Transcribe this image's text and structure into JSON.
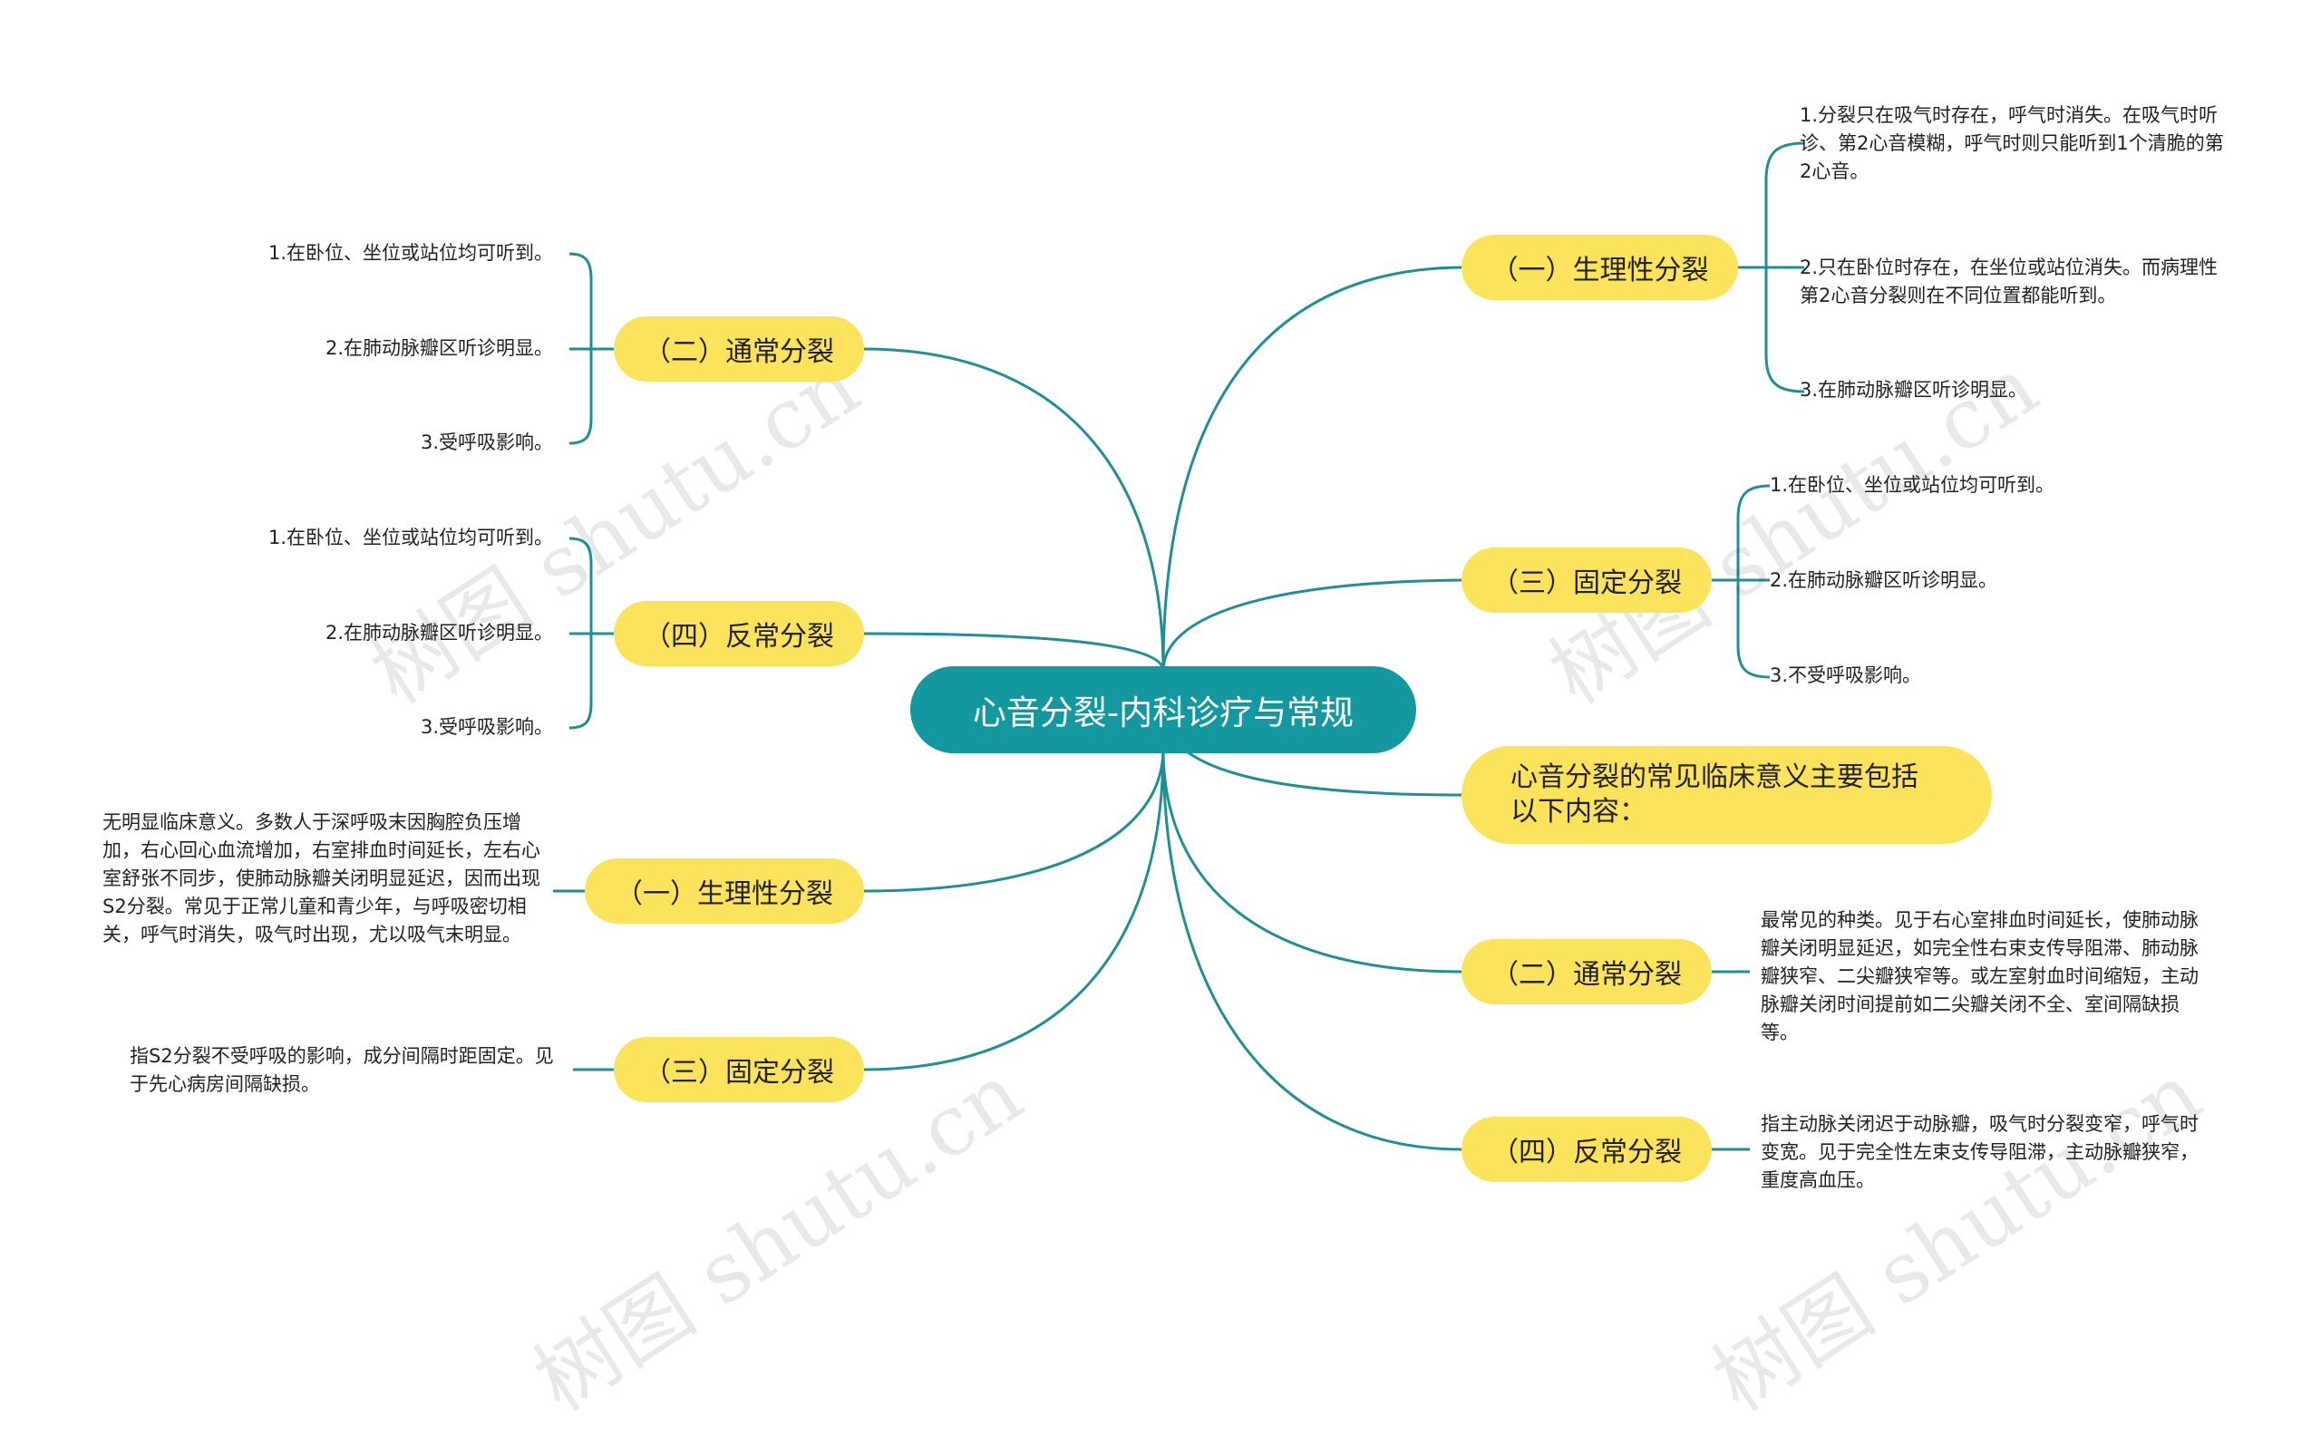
{
  "center": {
    "label": "心音分裂-内科诊疗与常规"
  },
  "right": {
    "physio": {
      "label": "（一）生理性分裂",
      "leaves": [
        "1.分裂只在吸气时存在，呼气时消失。在吸气时听诊、第2心音模糊，呼气时则只能听到1个清脆的第2心音。",
        "2.只在卧位时存在，在坐位或站位消失。而病理性第2心音分裂则在不同位置都能听到。",
        "3.在肺动脉瓣区听诊明显。"
      ]
    },
    "fixed": {
      "label": "（三）固定分裂",
      "leaves": [
        "1.在卧位、坐位或站位均可听到。",
        "2.在肺动脉瓣区听诊明显。",
        "3.不受呼吸影响。"
      ]
    },
    "intro": {
      "label": "心音分裂的常见临床意义主要包括以下内容："
    },
    "usual": {
      "label": "（二）通常分裂",
      "text": "最常见的种类。见于右心室排血时间延长，使肺动脉瓣关闭明显延迟，如完全性右束支传导阻滞、肺动脉瓣狭窄、二尖瓣狭窄等。或左室射血时间缩短，主动脉瓣关闭时间提前如二尖瓣关闭不全、室间隔缺损等。"
    },
    "reverse": {
      "label": "（四）反常分裂",
      "text": "指主动脉关闭迟于动脉瓣，吸气时分裂变窄，呼气时变宽。见于完全性左束支传导阻滞，主动脉瓣狭窄，重度高血压。"
    }
  },
  "left": {
    "usual": {
      "label": "（二）通常分裂",
      "leaves": [
        "1.在卧位、坐位或站位均可听到。",
        "2.在肺动脉瓣区听诊明显。",
        "3.受呼吸影响。"
      ]
    },
    "reverse": {
      "label": "（四）反常分裂",
      "leaves": [
        "1.在卧位、坐位或站位均可听到。",
        "2.在肺动脉瓣区听诊明显。",
        "3.受呼吸影响。"
      ]
    },
    "physio": {
      "label": "（一）生理性分裂",
      "text": "无明显临床意义。多数人于深呼吸末因胸腔负压增加，右心回心血流增加，右室排血时间延长，左右心室舒张不同步，使肺动脉瓣关闭明显延迟，因而出现S2分裂。常见于正常儿童和青少年，与呼吸密切相关，呼气时消失，吸气时出现，尤以吸气末明显。"
    },
    "fixed": {
      "label": "（三）固定分裂",
      "text": "指S2分裂不受呼吸的影响，成分间隔时距固定。见于先心病房间隔缺损。"
    }
  },
  "watermark": "树图 shutu.cn",
  "colors": {
    "branch": "#1f8f96",
    "node": "#fbe45b",
    "center": "#14989f"
  }
}
